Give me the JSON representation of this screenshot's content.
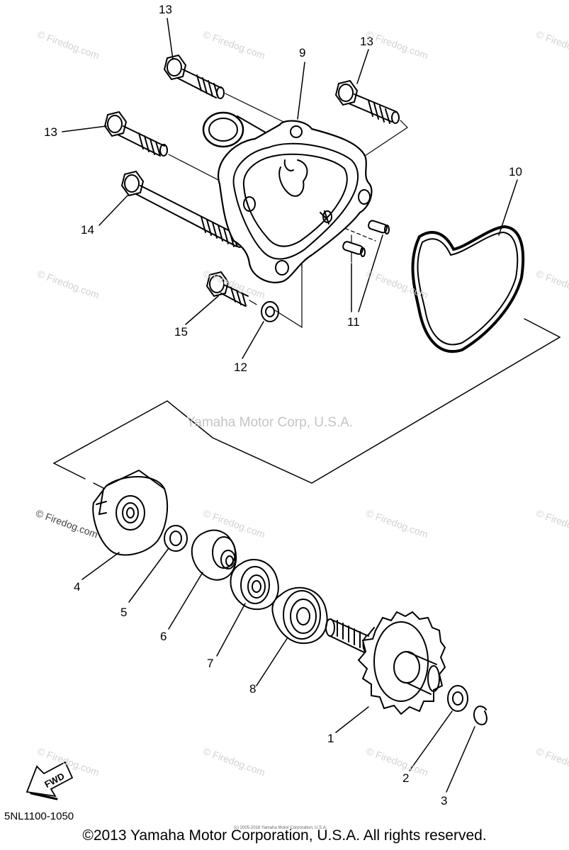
{
  "callouts": {
    "c1": "1",
    "c2": "2",
    "c3": "3",
    "c4": "4",
    "c5": "5",
    "c6": "6",
    "c7": "7",
    "c8": "8",
    "c9": "9",
    "c10": "10",
    "c11": "11",
    "c12": "12",
    "c13a": "13",
    "c13b": "13",
    "c13c": "13",
    "c14": "14",
    "c15": "15"
  },
  "watermarks": {
    "firedog": "© Firedog.com",
    "yamaha": "Yamaha Motor Corp, U.S.A."
  },
  "direction_arrow_label": "FWD",
  "part_code": "5NL1100-1050",
  "tiny_copyright": "(c) 2005-2016 Yamaha Motor Corporation, U.S.A.",
  "copyright": "©2013 Yamaha Motor Corporation, U.S.A. All rights reserved."
}
